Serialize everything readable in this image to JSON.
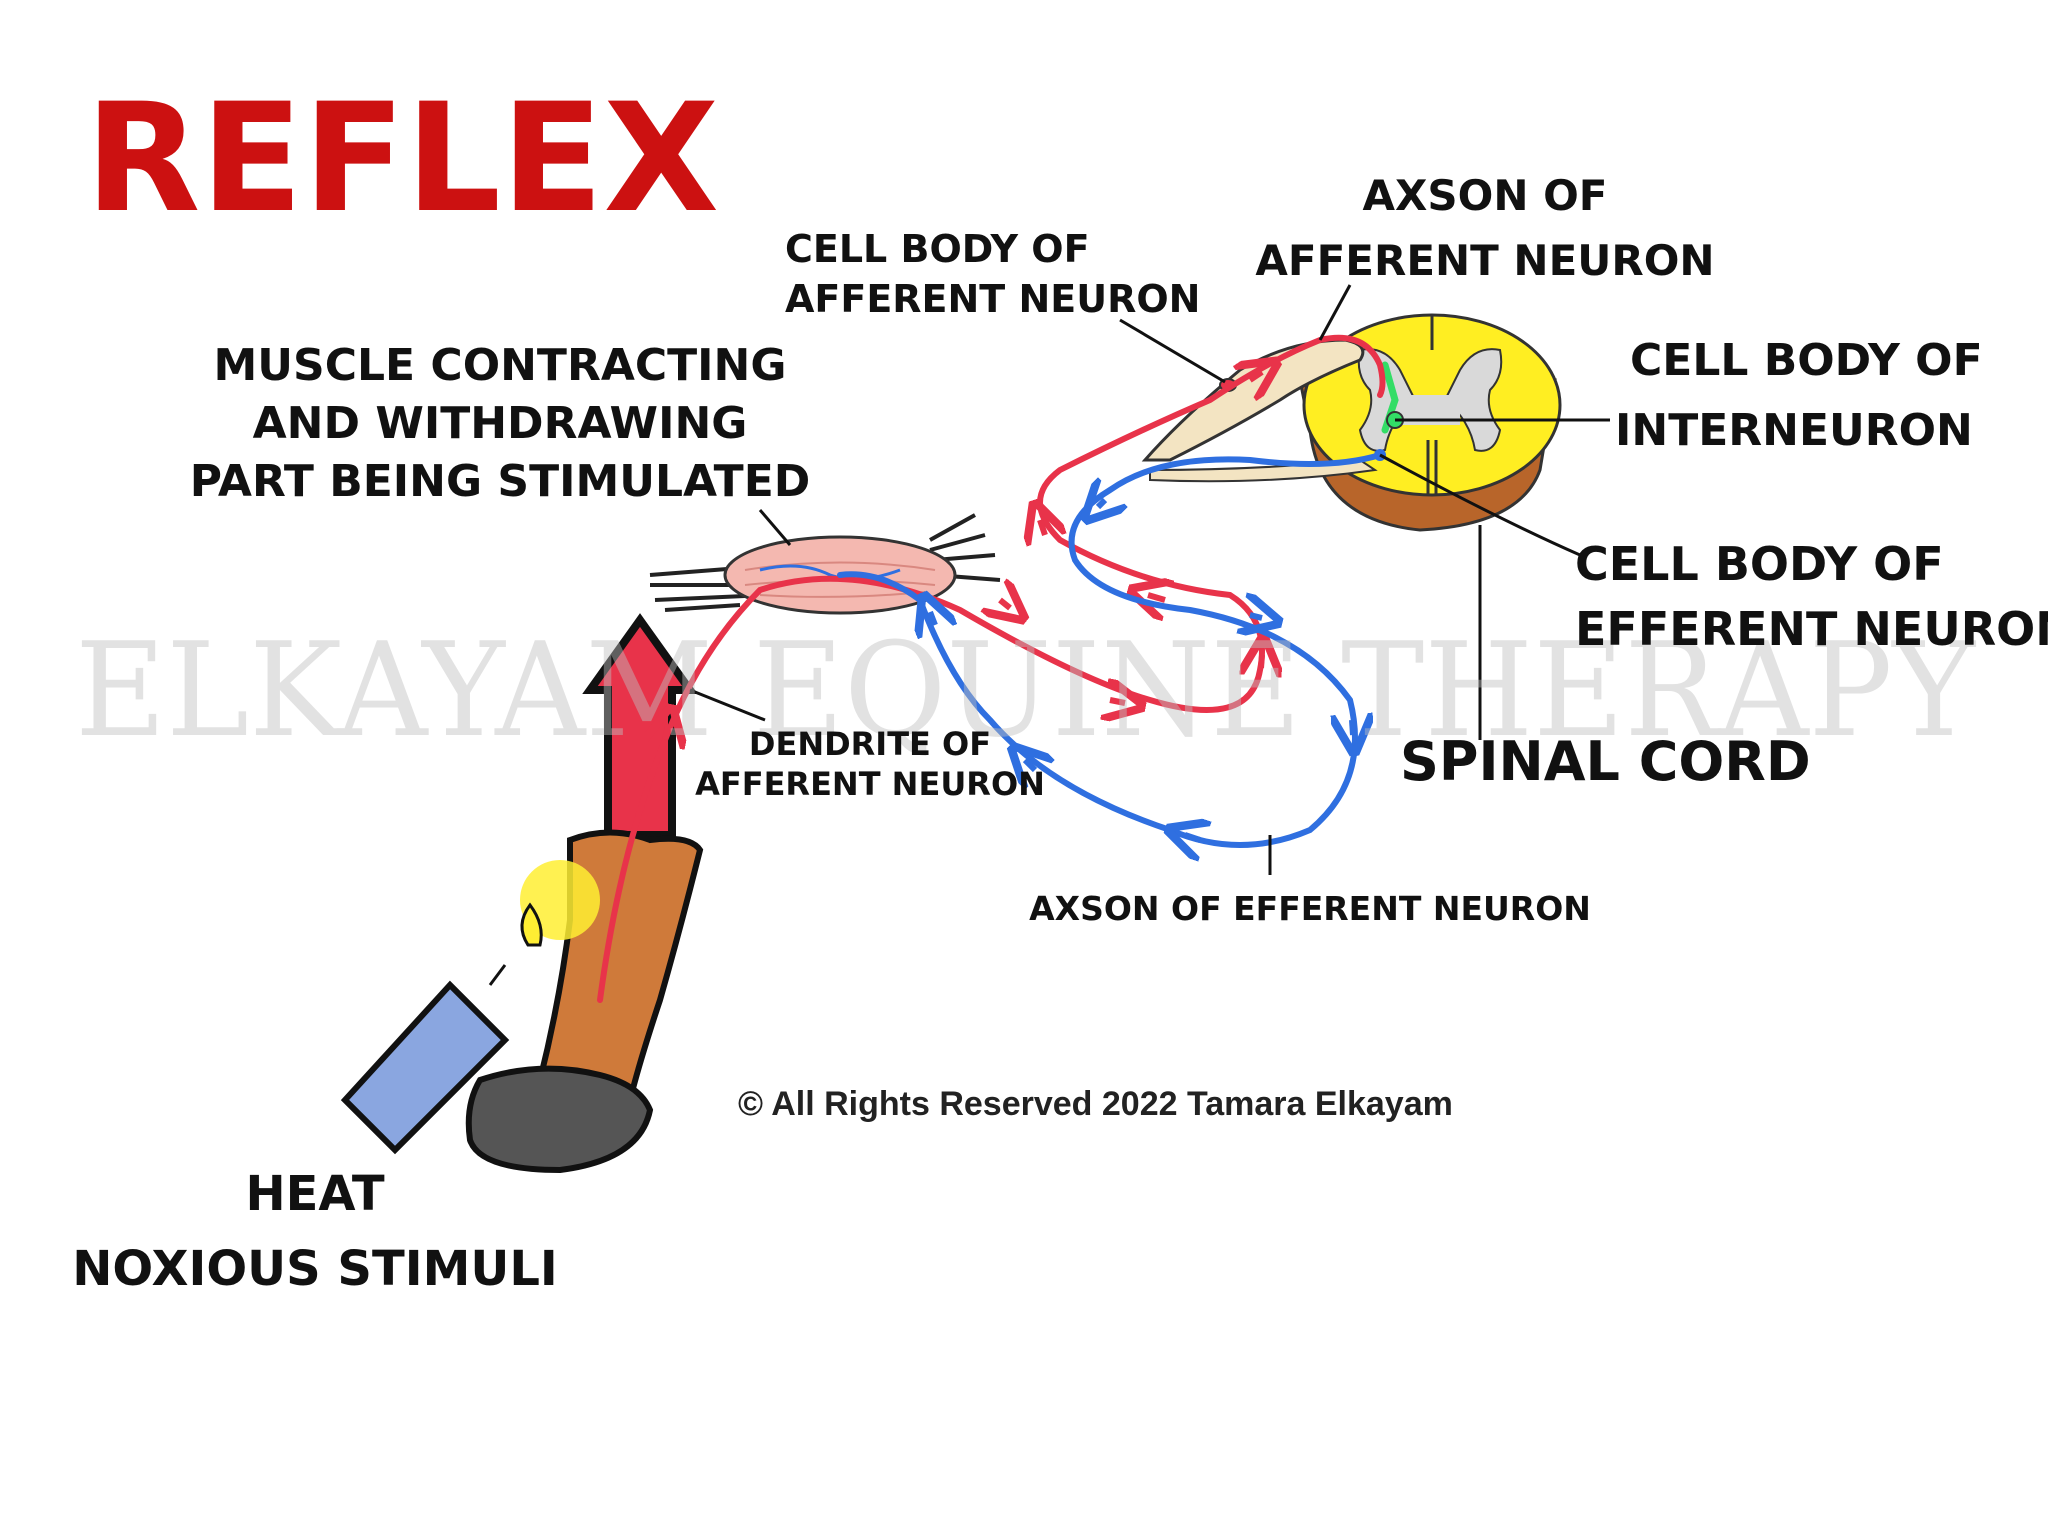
{
  "title": "REFLEX",
  "watermark": "ELKAYAM EQUINE THERAPY",
  "copyright": "© All Rights Reserved 2022 Tamara Elkayam",
  "labels": {
    "muscle_line1": "MUSCLE CONTRACTING",
    "muscle_line2": "AND WITHDRAWING",
    "muscle_line3": "PART BEING STIMULATED",
    "cell_body_afferent_line1": "CELL BODY OF",
    "cell_body_afferent_line2": "AFFERENT NEURON",
    "axon_afferent_line1": "AXSON OF",
    "axon_afferent_line2": "AFFERENT NEURON",
    "interneuron_line1": "CELL BODY OF",
    "interneuron_line2": "INTERNEURON",
    "efferent_body_line1": "CELL BODY OF",
    "efferent_body_line2": "EFFERENT NEURON",
    "spinal_cord": "SPINAL CORD",
    "dendrite_line1": "DENDRITE OF",
    "dendrite_line2": "AFFERENT NEURON",
    "axon_efferent": "AXSON OF EFFERENT NEURON",
    "heat_line1": "HEAT",
    "heat_line2": "NOXIOUS STIMULI"
  },
  "colors": {
    "title": "#cc1111",
    "afferent": "#e8334a",
    "efferent": "#2f6fe0",
    "interneuron": "#33dd66",
    "white_matter": "#ffee22",
    "gray_matter": "#d9d9d9",
    "leg": "#cf7a3a",
    "hoof": "#555555",
    "lighter": "#8aa6e0",
    "flame_glow": "#ffee33"
  }
}
